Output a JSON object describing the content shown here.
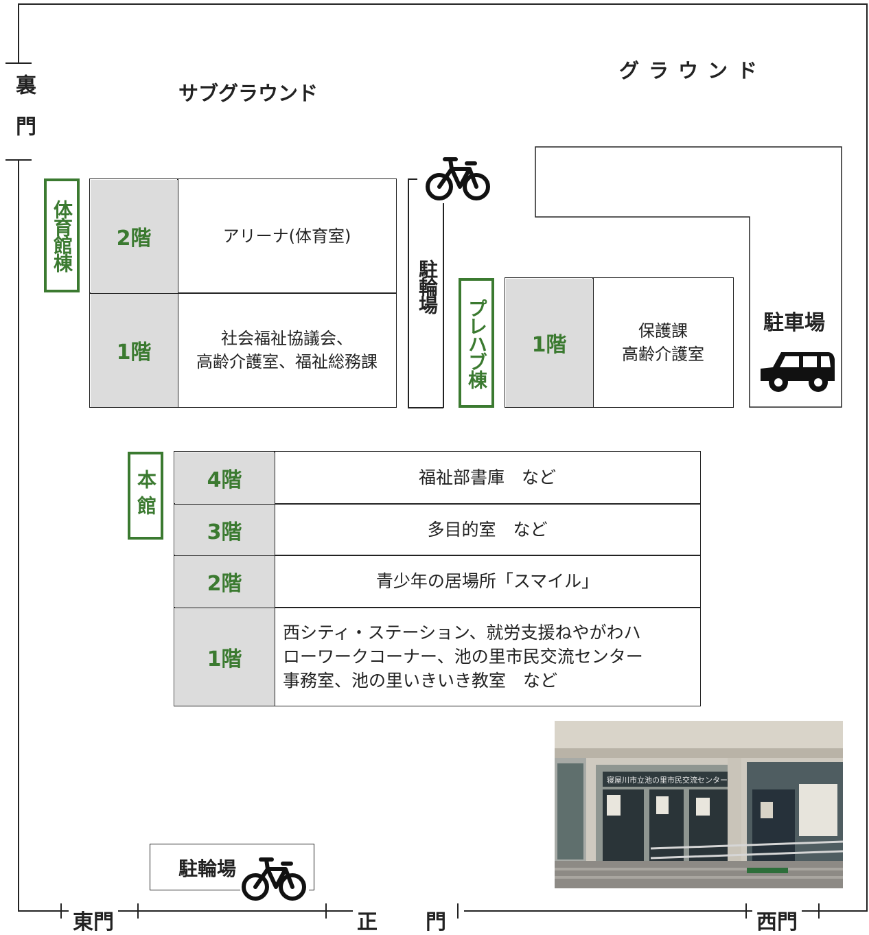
{
  "areas": {
    "back_gate": "裏門",
    "sub_ground": "サブグラウンド",
    "ground": "グラウンド",
    "bicycle_parking_top": "駐輪場",
    "bicycle_parking_bottom": "駐輪場",
    "car_parking": "駐車場"
  },
  "buildings": {
    "gym": {
      "name": "体育館棟",
      "floors": [
        {
          "floor": "2階",
          "desc": "アリーナ(体育室)"
        },
        {
          "floor": "1階",
          "desc": "社会福祉協議会、\n高齢介護室、福祉総務課"
        }
      ]
    },
    "prefab": {
      "name": "プレハブ棟",
      "floors": [
        {
          "floor": "1階",
          "desc": "保護課\n高齢介護室"
        }
      ]
    },
    "main": {
      "name": "本館",
      "floors": [
        {
          "floor": "4階",
          "desc": "福祉部書庫　など"
        },
        {
          "floor": "3階",
          "desc": "多目的室　など"
        },
        {
          "floor": "2階",
          "desc": "青少年の居場所「スマイル」"
        },
        {
          "floor": "1階",
          "desc": "西シティ・ステーション、就労支援ねやがわハ\nローワークコーナー、池の里市民交流センター\n事務室、池の里いきいき教室　など"
        }
      ]
    }
  },
  "gates": {
    "east": "東門",
    "main": "正　門",
    "west": "西門"
  },
  "photo": {
    "sign_text": "寝屋川市立池の里市民交流センター"
  },
  "icons": {
    "bicycle": "bicycle-icon",
    "car": "car-icon"
  },
  "colors": {
    "accent_green": "#3b7a30",
    "floor_gray": "#dcdcdc",
    "line": "#222222"
  }
}
